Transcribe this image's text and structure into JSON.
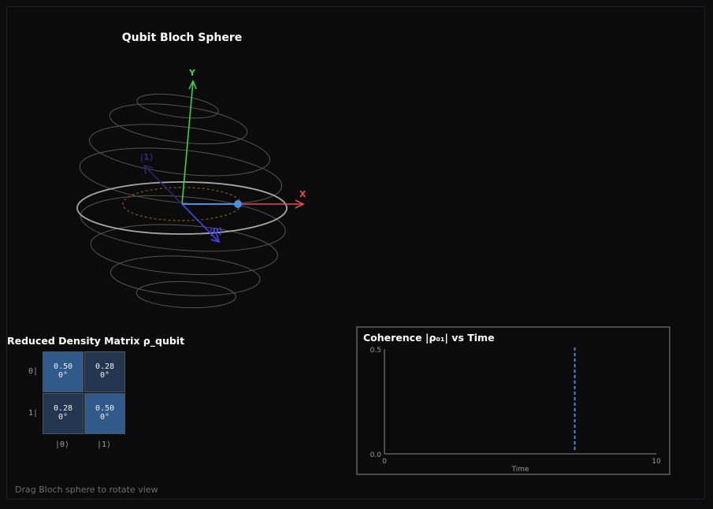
{
  "bloch": {
    "title": "Qubit Bloch Sphere",
    "axis_x_label": "X",
    "axis_y_label": "Y",
    "ket_zero_label": "|0⟩",
    "ket_one_label": "|1⟩",
    "colors": {
      "x_axis": "#e94a4a",
      "y_axis": "#3fd33f",
      "z_axis": "#3f3fe0",
      "state_vector": "#4a90e2",
      "trail": "#8a5a12",
      "sphere": "#8a8a8a"
    }
  },
  "density_matrix": {
    "title": "Reduced Density Matrix ρ_qubit",
    "row_labels": [
      "0|",
      "1|"
    ],
    "col_labels": [
      "|0⟩",
      "|1⟩"
    ],
    "cells": [
      [
        {
          "mag": "0.50",
          "phase": "0°"
        },
        {
          "mag": "0.28",
          "phase": "0°"
        }
      ],
      [
        {
          "mag": "0.28",
          "phase": "0°"
        },
        {
          "mag": "0.50",
          "phase": "0°"
        }
      ]
    ],
    "colors": {
      "diagonal": "#2f5a8a",
      "offdiagonal": "#223650"
    }
  },
  "coherence": {
    "title": "Coherence |ρ₀₁| vs Time",
    "chart_data": {
      "type": "line",
      "xlabel": "Time",
      "ylabel": "",
      "xlim": [
        0,
        10
      ],
      "ylim": [
        0.0,
        0.5
      ],
      "x_tick_labels": [
        "0",
        "10"
      ],
      "y_tick_labels": [
        "0.0",
        "0.5"
      ],
      "marker_x": 7.0,
      "series": []
    },
    "colors": {
      "marker": "#3a8ee6",
      "axis": "#8a8a8a"
    }
  },
  "hint": "Drag Bloch sphere to rotate view"
}
